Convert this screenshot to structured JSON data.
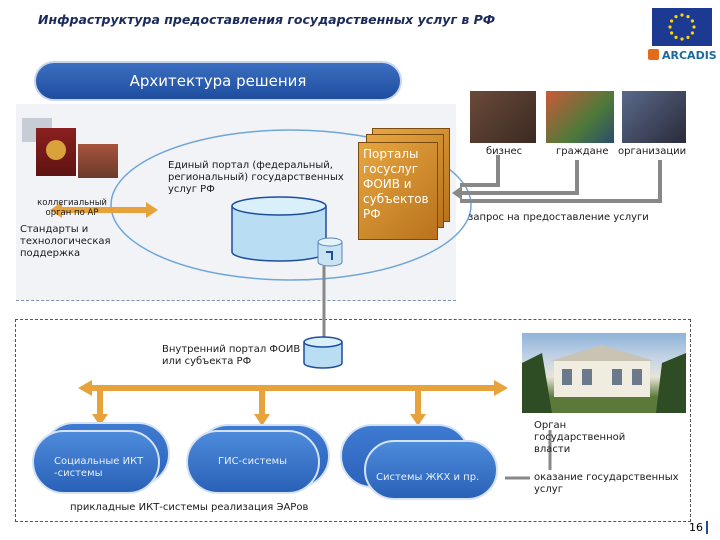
{
  "header": {
    "title": "Инфраструктура предоставления государственных услуг в РФ",
    "banner": "Архитектура решения",
    "logo_text": "ARCADIS"
  },
  "left_panel": {
    "collegial_label": "коллегиальный орган по АР",
    "standards_label": "Стандарты и технологическая поддержка"
  },
  "portal": {
    "label": "Единый портал (федеральный, региональный) государственных услуг РФ",
    "regional_portals": "Порталы госуслуг ФОИВ и субъектов РФ"
  },
  "users": {
    "business": "бизнес",
    "citizens": "граждане",
    "organizations": "организации",
    "request": "запрос на предоставление услуги"
  },
  "lower": {
    "internal_portal": "Внутренний портал ФОИВ или субъекта РФ",
    "social_ict": "Социальные ИКТ -системы",
    "gis": "ГИС-системы",
    "housing": "Системы ЖКХ и пр.",
    "applied_systems": "прикладные ИКТ-системы реализация ЭАРов",
    "authority": "Орган государственной власти",
    "rendering": "оказание государственных услуг"
  },
  "page_number": "16",
  "colors": {
    "accent_blue": "#1e4d9e",
    "arrow_orange": "#e8a23c",
    "gold": "#c98a2e"
  }
}
